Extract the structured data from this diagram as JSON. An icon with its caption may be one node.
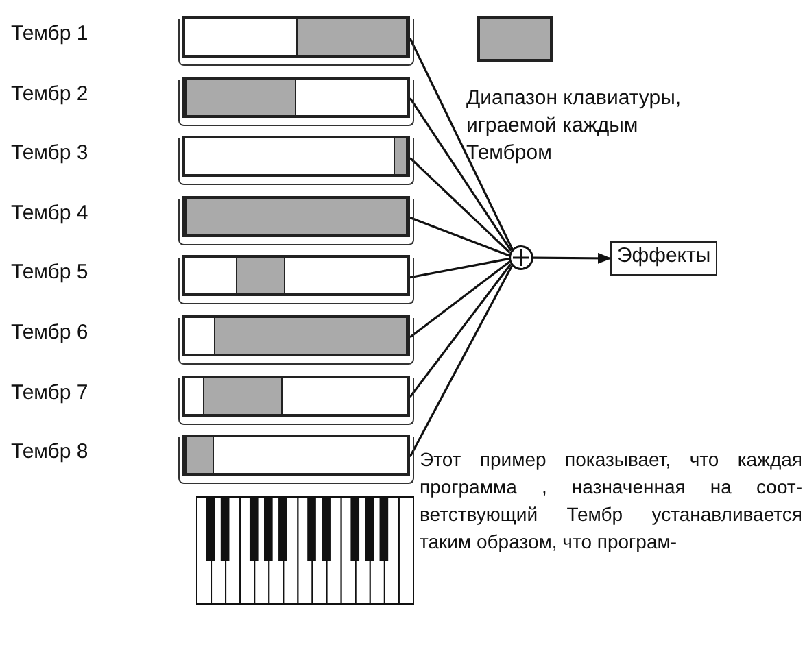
{
  "diagram": {
    "nodes": [
      {
        "text": [
          "Тембр 1"
        ]
      },
      {
        "text": [
          "Тембр 2"
        ]
      },
      {
        "text": [
          "Тембр 3"
        ]
      },
      {
        "text": [
          "Тембр 4"
        ]
      },
      {
        "text": [
          "Тембр 5"
        ]
      },
      {
        "text": [
          "Тембр 6"
        ]
      },
      {
        "text": [
          "Тембр 7"
        ]
      },
      {
        "text": [
          "Тембр 8"
        ]
      },
      {
        "text": [],
        "shape": "circle"
      },
      {
        "text": [
          "Эффекты"
        ]
      }
    ],
    "edges": [
      {
        "from": 0,
        "to": 8,
        "arrow": "none"
      },
      {
        "from": 1,
        "to": 8,
        "arrow": "none"
      },
      {
        "from": 2,
        "to": 8,
        "arrow": "none"
      },
      {
        "from": 3,
        "to": 8,
        "arrow": "none"
      },
      {
        "from": 4,
        "to": 8,
        "arrow": "none"
      },
      {
        "from": 5,
        "to": 8,
        "arrow": "none"
      },
      {
        "from": 6,
        "to": 8,
        "arrow": "none"
      },
      {
        "from": 7,
        "to": 8,
        "arrow": "none"
      },
      {
        "from": 8,
        "to": 9,
        "arrow": "to"
      }
    ],
    "labels": [
      "Этот пример показывает, что каждая программа , назначенная на соот- ветствующий Тембр устанавливается таким образом, что програм-"
    ],
    "legend": [
      {
        "text": "Диапазон клавиатуры, играемой каждым Тембром",
        "color": "#aaaaaa"
      }
    ]
  }
}
